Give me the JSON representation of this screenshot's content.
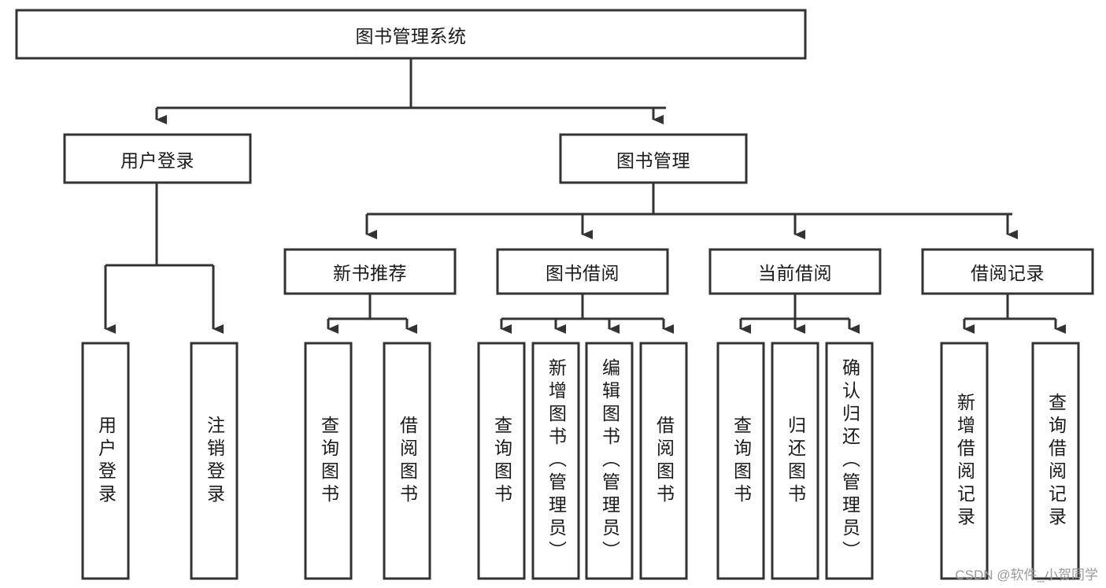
{
  "diagram": {
    "title_node": {
      "id": "root",
      "label": "图书管理系统"
    },
    "level2": [
      {
        "id": "user-login",
        "label": "用户登录"
      },
      {
        "id": "book-management",
        "label": "图书管理"
      }
    ],
    "level3": [
      {
        "id": "new-book-recommend",
        "label": "新书推荐"
      },
      {
        "id": "book-borrow",
        "label": "图书借阅"
      },
      {
        "id": "current-borrow",
        "label": "当前借阅"
      },
      {
        "id": "borrow-record",
        "label": "借阅记录"
      }
    ],
    "leaves": {
      "user_login": [
        {
          "id": "leaf-user-login",
          "label": "用户登录"
        },
        {
          "id": "leaf-logout-login",
          "label": "注销登录"
        }
      ],
      "new_book_recommend": [
        {
          "id": "leaf-query-book-1",
          "label": "查询图书"
        },
        {
          "id": "leaf-borrow-book-1",
          "label": "借阅图书"
        }
      ],
      "book_borrow": [
        {
          "id": "leaf-query-book-2",
          "label": "查询图书"
        },
        {
          "id": "leaf-add-book",
          "label": "新增图书（管理员）"
        },
        {
          "id": "leaf-edit-book",
          "label": "编辑图书（管理员）"
        },
        {
          "id": "leaf-borrow-book-2",
          "label": "借阅图书"
        }
      ],
      "current_borrow": [
        {
          "id": "leaf-query-book-3",
          "label": "查询图书"
        },
        {
          "id": "leaf-return-book",
          "label": "归还图书"
        },
        {
          "id": "leaf-confirm-return",
          "label": "确认归还（管理员）"
        }
      ],
      "borrow_record": [
        {
          "id": "leaf-add-record",
          "label": "新增借阅记录"
        },
        {
          "id": "leaf-query-record",
          "label": "查询借阅记录"
        }
      ]
    },
    "watermark": "CSDN @软件_小贺同学",
    "colors": {
      "box_stroke": "#333333",
      "box_fill": "#ffffff",
      "text": "#1a1a1a",
      "background": "#ffffff",
      "watermark_text": "#9a9a9a"
    }
  }
}
